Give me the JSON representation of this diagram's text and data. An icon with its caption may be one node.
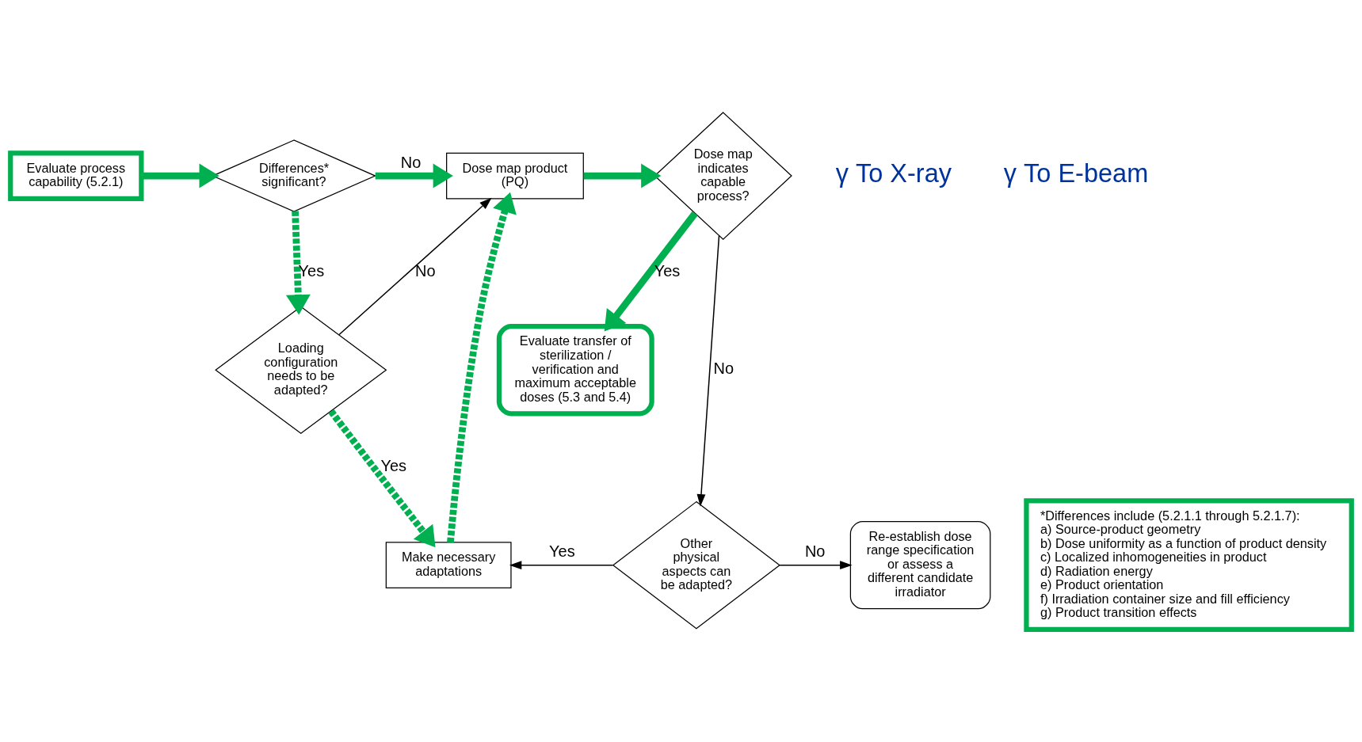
{
  "diagram": {
    "nodes": [
      {
        "text": [
          "Evaluate process capability (5.2.1)"
        ]
      },
      {
        "text": [
          "Differences* significant?"
        ]
      },
      {
        "text": [
          "Dose map product (PQ)"
        ]
      },
      {
        "text": [
          "Dose map indicates capable process?"
        ]
      },
      {
        "text": [
          "Evaluate transfer of sterilization / verification and maximum acceptable doses (5.3 and 5.4)"
        ]
      },
      {
        "text": [
          "Loading configuration needs to be adapted?"
        ]
      },
      {
        "text": [
          "Make necessary adaptations"
        ]
      },
      {
        "text": [
          "Other physical aspects can be adapted?"
        ]
      },
      {
        "text": [
          "Re-establish dose range specification or assess a different candidate irradiator"
        ]
      },
      {
        "text": [
          "*Differences include (5.2.1.1 through 5.2.1.7):",
          "a) Source-product geometry",
          "b) Dose uniformity as a function of product density",
          "c) Localized inhomogeneities in product",
          "d) Radiation energy",
          "e) Product orientation",
          "f) Irradiation container size and fill efficiency",
          "g) Product transition effects"
        ]
      }
    ],
    "edges": [
      {
        "from": 0,
        "to": 1,
        "arrow": "to"
      },
      {
        "from": 1,
        "to": 2,
        "arrow": "to",
        "label": "No"
      },
      {
        "from": 1,
        "to": 5,
        "arrow": "to",
        "label": "Yes",
        "style": "dashed"
      },
      {
        "from": 2,
        "to": 3,
        "arrow": "to"
      },
      {
        "from": 3,
        "to": 4,
        "arrow": "to",
        "label": "Yes"
      },
      {
        "from": 3,
        "to": 7,
        "arrow": "to",
        "label": "No",
        "color": "#000000"
      },
      {
        "from": 5,
        "to": 2,
        "arrow": "to",
        "label": "No",
        "color": "#000000"
      },
      {
        "from": 5,
        "to": 6,
        "arrow": "to",
        "label": "Yes",
        "style": "dashed"
      },
      {
        "from": 6,
        "to": 2,
        "arrow": "to",
        "style": "dashed"
      },
      {
        "from": 7,
        "to": 8,
        "arrow": "to",
        "label": "No",
        "color": "#000000"
      },
      {
        "from": 7,
        "to": 6,
        "arrow": "to",
        "label": "Yes",
        "color": "#000000"
      }
    ],
    "labels": [
      "γ To X-ray",
      "γ To E-beam"
    ]
  }
}
